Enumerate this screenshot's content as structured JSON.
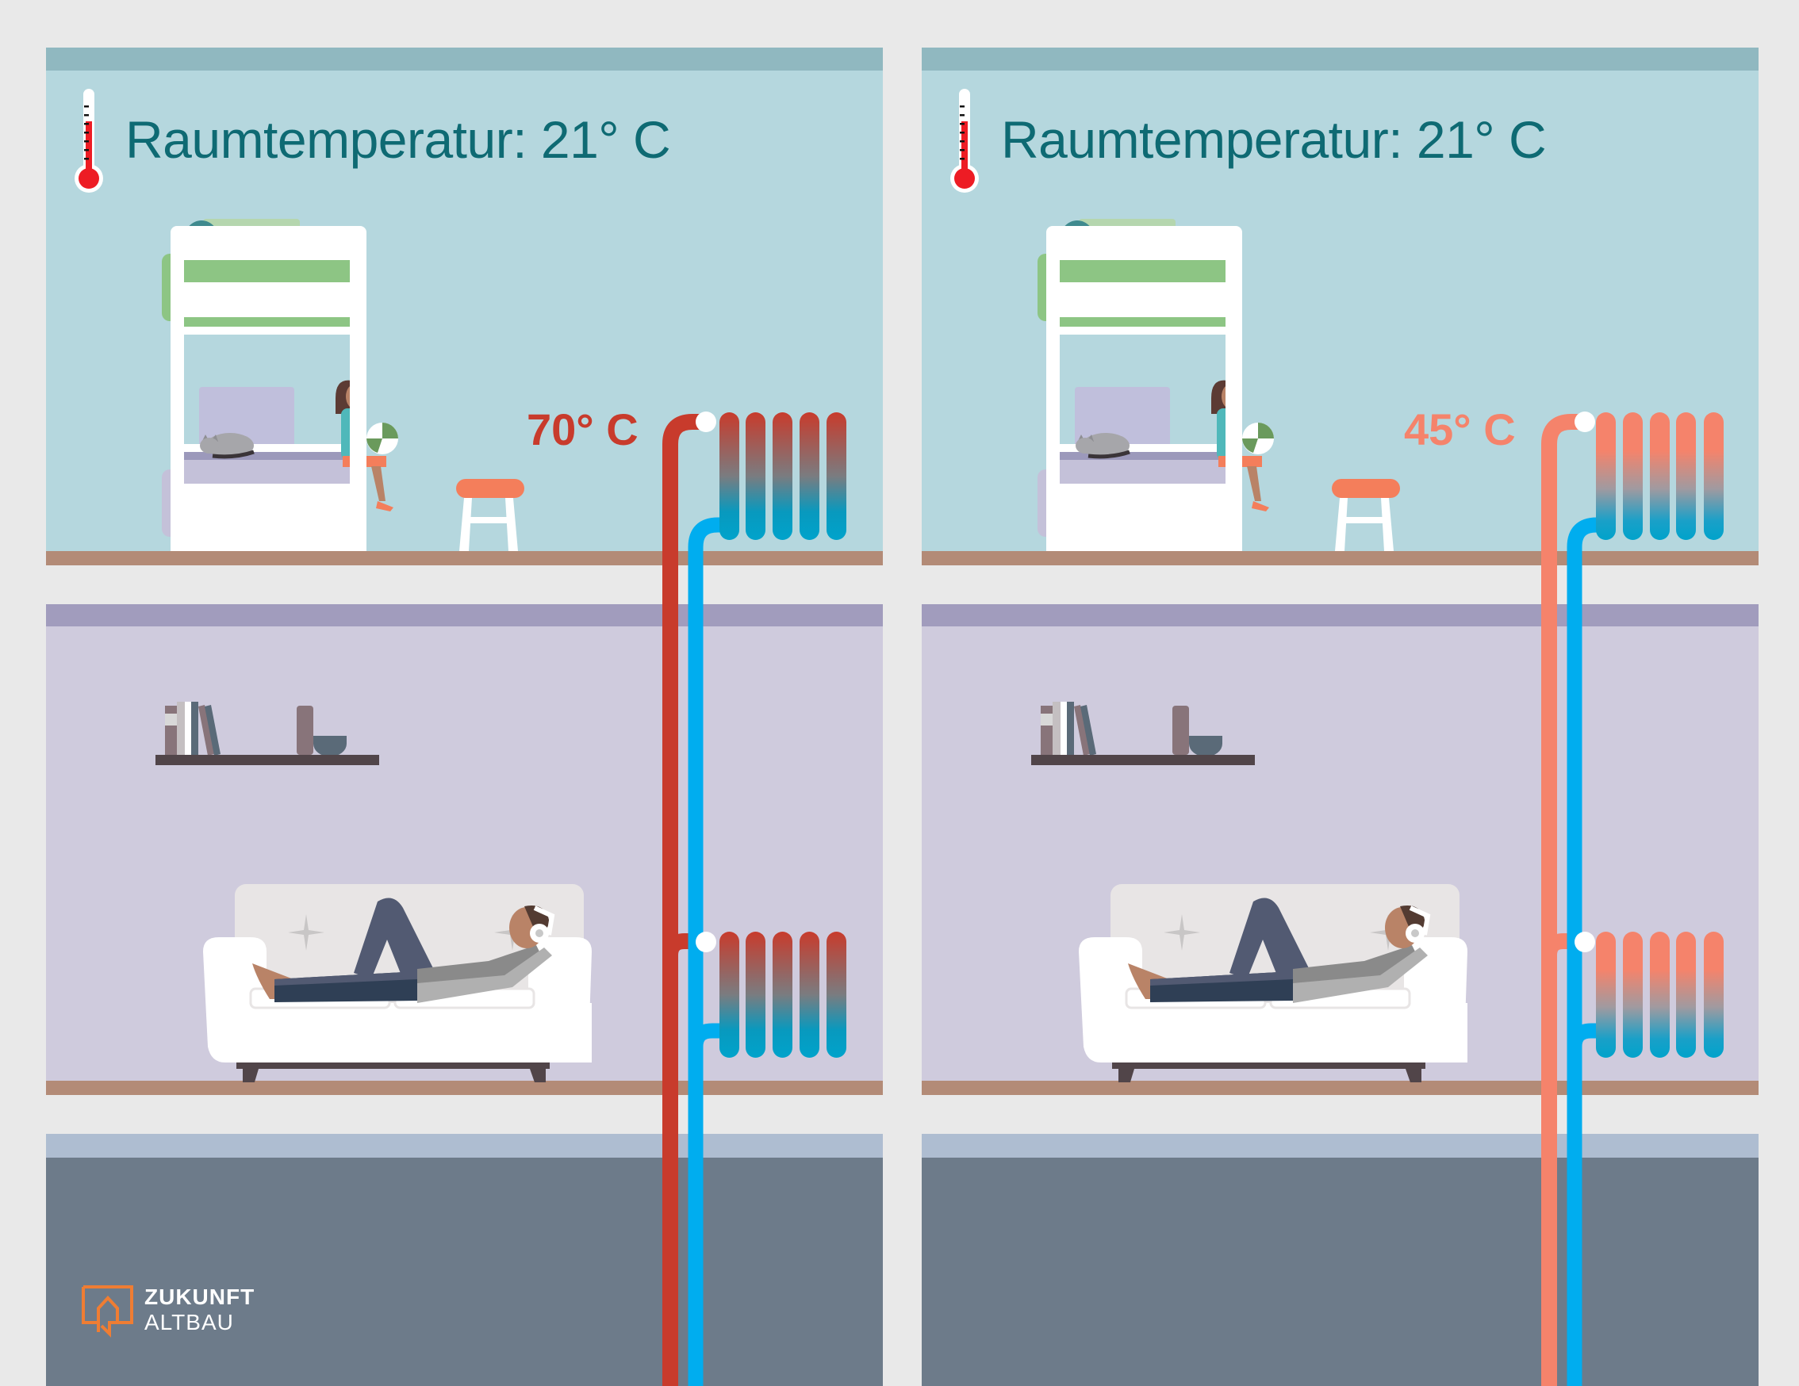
{
  "brand": {
    "line1": "ZUKUNFT",
    "line2": "ALTBAU",
    "accent_color": "#ef7d33"
  },
  "colors": {
    "background": "#e9e9e9",
    "bedroom_wall": "#b5d7de",
    "bedroom_band": "#90b8c0",
    "living_wall": "#cfcbdd",
    "living_band": "#a19cbd",
    "basement_wall": "#6d7b8a",
    "basement_band": "#aebdd1",
    "floor": "#b38b77",
    "title_text": "#0e6a73",
    "cold_pipe": "#00adef",
    "radiator_cold_end": "#00a3cb"
  },
  "panels": [
    {
      "id": "left",
      "room_temperature_label": "Raumtemperatur: 21° C",
      "flow_temperature_label": "70° C",
      "flow_temperature_value": 70,
      "room_temperature_value": 21,
      "unit": "° C",
      "hot_pipe_color": "#c83b2c",
      "rooms": [
        "bedroom",
        "living-room",
        "basement"
      ]
    },
    {
      "id": "right",
      "room_temperature_label": "Raumtemperatur: 21° C",
      "flow_temperature_label": "45° C",
      "flow_temperature_value": 45,
      "room_temperature_value": 21,
      "unit": "° C",
      "hot_pipe_color": "#f5836b",
      "rooms": [
        "bedroom",
        "living-room",
        "basement"
      ]
    }
  ],
  "icons": {
    "thermometer": "thermometer-icon",
    "logo": "speech-bubble-house-icon"
  }
}
